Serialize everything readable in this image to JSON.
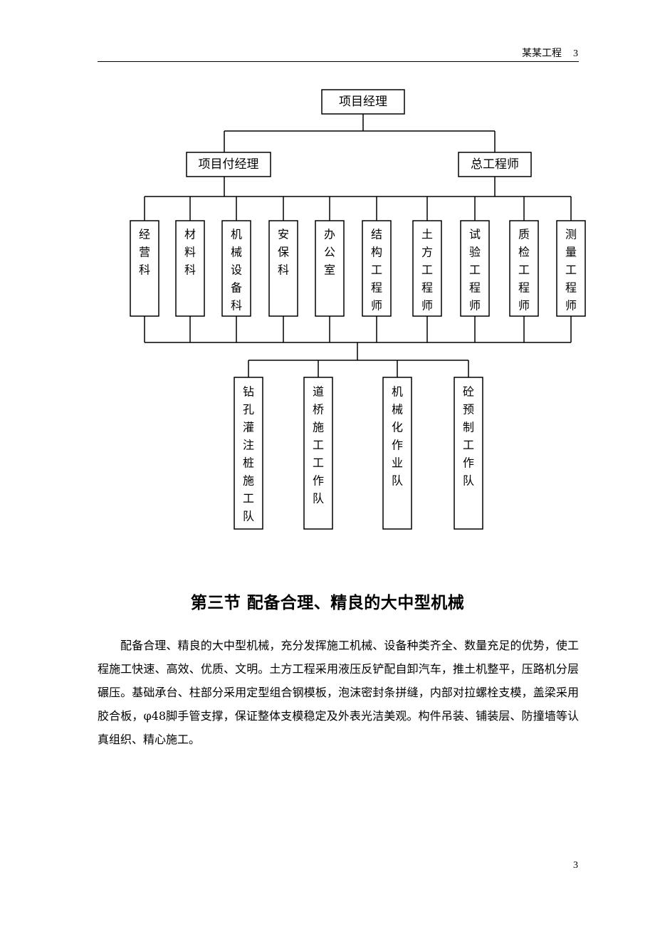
{
  "header": {
    "doc_title": "某某工程",
    "page_number": "3"
  },
  "org_chart": {
    "root": "项目经理",
    "level2": [
      "项目付经理",
      "总工程师"
    ],
    "departments": [
      "经营科",
      "材料科",
      "机械设备科",
      "安保科",
      "办公室",
      "结构工程师",
      "土方工程师",
      "试验工程师",
      "质检工程师",
      "测量工程师"
    ],
    "teams": [
      "钻孔灌注桩施工队",
      "道桥施工工作队",
      "机械化作业队",
      "砼预制工作队"
    ]
  },
  "section": {
    "title": "第三节  配备合理、精良的大中型机械",
    "paragraph": "配备合理、精良的大中型机械，充分发挥施工机械、设备种类齐全、数量充足的优势，使工程施工快速、高效、优质、文明。土方工程采用液压反铲配自卸汽车，推土机整平，压路机分层碾压。基础承台、柱部分采用定型组合钢模板，泡沫密封条拼缝，内部对拉螺栓支模，盖梁采用胶合板，φ48脚手管支撑，保证整体支模稳定及外表光洁美观。构件吊装、铺装层、防撞墙等认真组织、精心施工。"
  },
  "footer": {
    "page_number": "3"
  }
}
